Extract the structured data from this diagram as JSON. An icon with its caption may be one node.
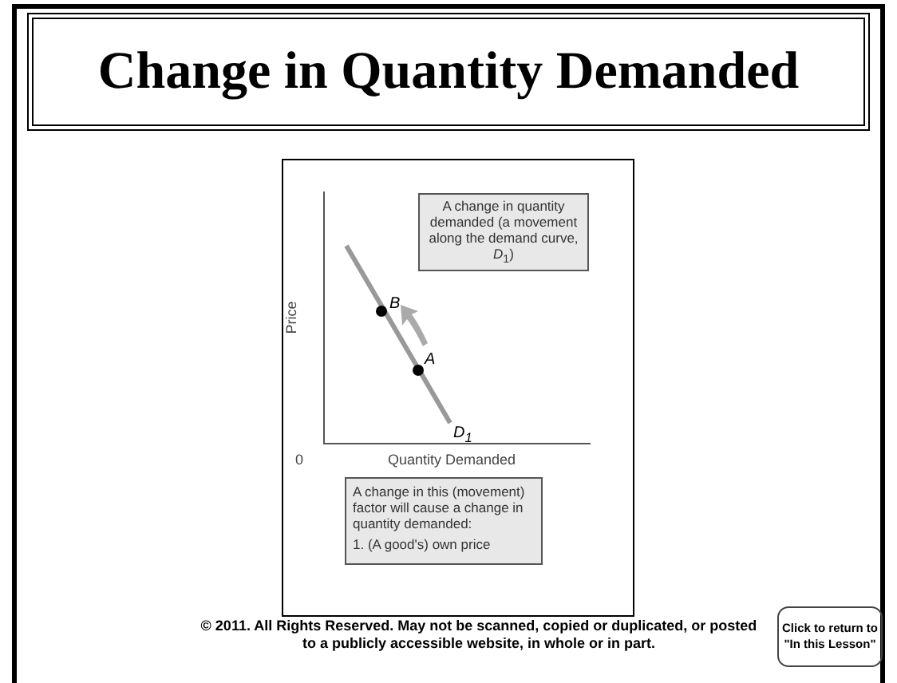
{
  "diagram": {
    "title": "Change in Quantity Demanded",
    "nodes": [
      {
        "text": [
          "A change in quantity demanded (a movement along the demand curve, *D*$_{1}$)"
        ]
      },
      {
        "text": [
          "A change in this (movement) factor will cause a change in quantity demanded:",
          "1. (A good's) own price"
        ]
      },
      {
        "text": [
          "Click to return to \"In this Lesson\""
        ]
      }
    ],
    "labels": [
      "Price",
      "B",
      "A",
      "*D*$_{1}$",
      "0",
      "Quantity Demanded",
      "© 2011. All Rights Reserved. May not be scanned, copied or duplicated, or posted to a publicly accessible website, in whole or in part."
    ]
  }
}
